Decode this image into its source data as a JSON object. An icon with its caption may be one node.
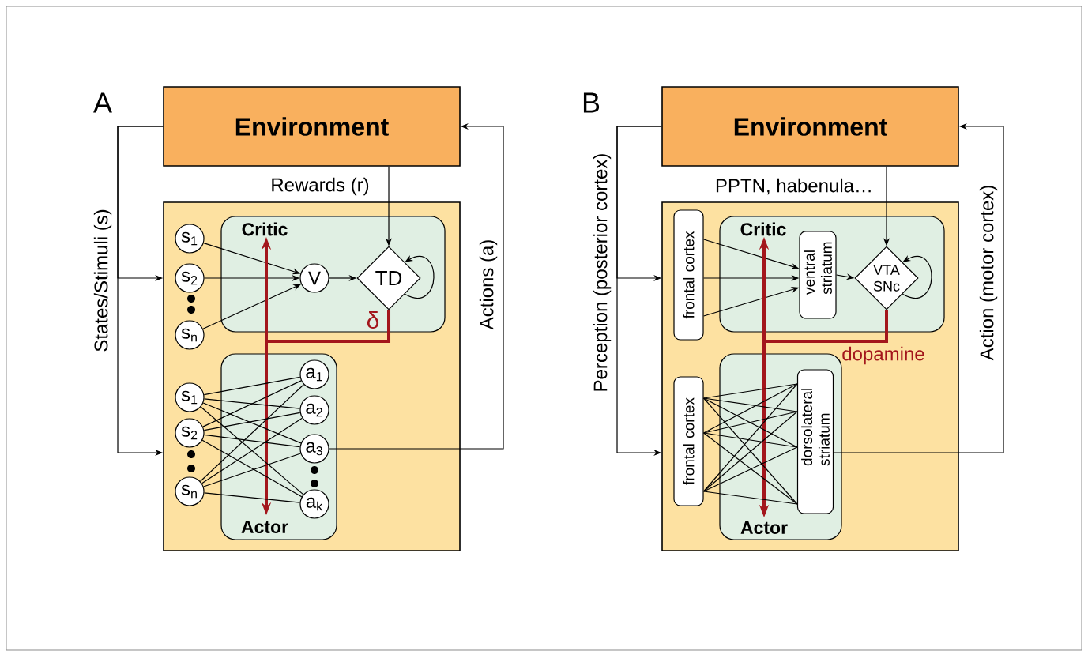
{
  "diagram": {
    "nodes": [
      {
        "text": [
          "Environment"
        ]
      },
      {
        "text": [],
        "shape": "box"
      },
      {
        "text": [
          "Critic"
        ],
        "in": 1
      },
      {
        "text": [
          "s$_{1}$"
        ],
        "in": 1
      },
      {
        "text": [
          "s$_{2}$"
        ],
        "in": 1
      },
      {
        "text": [
          "s$_{n}$"
        ],
        "in": 1
      },
      {
        "text": [
          "V"
        ],
        "in": 2
      },
      {
        "text": [
          "TD"
        ],
        "in": 2
      },
      {
        "text": [
          "Actor"
        ],
        "in": 1
      },
      {
        "text": [
          "s$_{1}$"
        ],
        "in": 1
      },
      {
        "text": [
          "s$_{2}$"
        ],
        "in": 1
      },
      {
        "text": [
          "s$_{n}$"
        ],
        "in": 1
      },
      {
        "text": [
          "a$_{1}$"
        ],
        "in": 8
      },
      {
        "text": [
          "a$_{2}$"
        ],
        "in": 8
      },
      {
        "text": [
          "a$_{3}$"
        ],
        "in": 8
      },
      {
        "text": [
          "a$_{k}$"
        ],
        "in": 8
      },
      {
        "text": [
          "Environment"
        ]
      },
      {
        "text": [],
        "shape": "box"
      },
      {
        "text": [
          "frontal cortex"
        ],
        "in": 17
      },
      {
        "text": [
          "Critic"
        ],
        "in": 17
      },
      {
        "text": [
          "ventral striatum"
        ],
        "in": 19
      },
      {
        "text": [
          "VTA SNc"
        ],
        "in": 19
      },
      {
        "text": [
          "frontal cortex"
        ],
        "in": 17
      },
      {
        "text": [
          "Actor"
        ],
        "in": 17
      },
      {
        "text": [
          "dorsolateral striatum"
        ],
        "in": 23
      }
    ],
    "edges": [
      {
        "from": 0,
        "to": 1,
        "arrow": "to",
        "label": "States/Stimuli (s)"
      },
      {
        "from": 0,
        "to": 1,
        "arrow": "to"
      },
      {
        "from": 14,
        "to": 0,
        "arrow": "to",
        "label": "Actions (a)"
      },
      {
        "from": 0,
        "to": 7,
        "arrow": "to",
        "label": "Rewards (r)"
      },
      {
        "from": 3,
        "to": 6,
        "arrow": "to"
      },
      {
        "from": 4,
        "to": 6,
        "arrow": "to"
      },
      {
        "from": 5,
        "to": 6,
        "arrow": "to"
      },
      {
        "from": 6,
        "to": 7,
        "arrow": "to"
      },
      {
        "from": 7,
        "to": 7,
        "arrow": "to"
      },
      {
        "from": 7,
        "to": null,
        "arrow": "to",
        "label": "δ",
        "style": "thick",
        "color": "#a3161c"
      },
      {
        "from": 7,
        "to": null,
        "arrow": "to",
        "style": "thick",
        "color": "#a3161c"
      },
      {
        "from": 9,
        "to": 12,
        "arrow": "none"
      },
      {
        "from": 9,
        "to": 13,
        "arrow": "none"
      },
      {
        "from": 9,
        "to": 14,
        "arrow": "none"
      },
      {
        "from": 9,
        "to": 15,
        "arrow": "none"
      },
      {
        "from": 10,
        "to": 12,
        "arrow": "none"
      },
      {
        "from": 10,
        "to": 13,
        "arrow": "none"
      },
      {
        "from": 10,
        "to": 14,
        "arrow": "none"
      },
      {
        "from": 10,
        "to": 15,
        "arrow": "none"
      },
      {
        "from": 11,
        "to": 12,
        "arrow": "none"
      },
      {
        "from": 11,
        "to": 13,
        "arrow": "none"
      },
      {
        "from": 11,
        "to": 14,
        "arrow": "none"
      },
      {
        "from": 11,
        "to": 15,
        "arrow": "none"
      },
      {
        "from": 16,
        "to": 17,
        "arrow": "to",
        "label": "Perception (posterior cortex)"
      },
      {
        "from": 16,
        "to": 17,
        "arrow": "to"
      },
      {
        "from": 24,
        "to": 16,
        "arrow": "to",
        "label": "Action (motor cortex)"
      },
      {
        "from": 16,
        "to": 21,
        "arrow": "to",
        "label": "PPTN, habenula…"
      },
      {
        "from": 18,
        "to": 20,
        "arrow": "to"
      },
      {
        "from": 18,
        "to": 20,
        "arrow": "to"
      },
      {
        "from": 18,
        "to": 20,
        "arrow": "to"
      },
      {
        "from": 20,
        "to": 21,
        "arrow": "to"
      },
      {
        "from": 21,
        "to": 21,
        "arrow": "to"
      },
      {
        "from": 21,
        "to": null,
        "arrow": "to",
        "label": "dopamine",
        "style": "thick",
        "color": "#a3161c"
      },
      {
        "from": 21,
        "to": null,
        "arrow": "to",
        "style": "thick",
        "color": "#a3161c"
      },
      {
        "from": 22,
        "to": 24,
        "arrow": "none"
      },
      {
        "from": 22,
        "to": 24,
        "arrow": "none"
      },
      {
        "from": 22,
        "to": 24,
        "arrow": "none"
      },
      {
        "from": 22,
        "to": 24,
        "arrow": "none"
      },
      {
        "from": 22,
        "to": 24,
        "arrow": "none"
      },
      {
        "from": 22,
        "to": 24,
        "arrow": "none"
      },
      {
        "from": 22,
        "to": 24,
        "arrow": "none"
      },
      {
        "from": 22,
        "to": 24,
        "arrow": "none"
      },
      {
        "from": 22,
        "to": 24,
        "arrow": "none"
      },
      {
        "from": 22,
        "to": 24,
        "arrow": "none"
      },
      {
        "from": 22,
        "to": 24,
        "arrow": "none"
      },
      {
        "from": 22,
        "to": 24,
        "arrow": "none"
      }
    ],
    "labels": [
      "A",
      "B"
    ]
  }
}
